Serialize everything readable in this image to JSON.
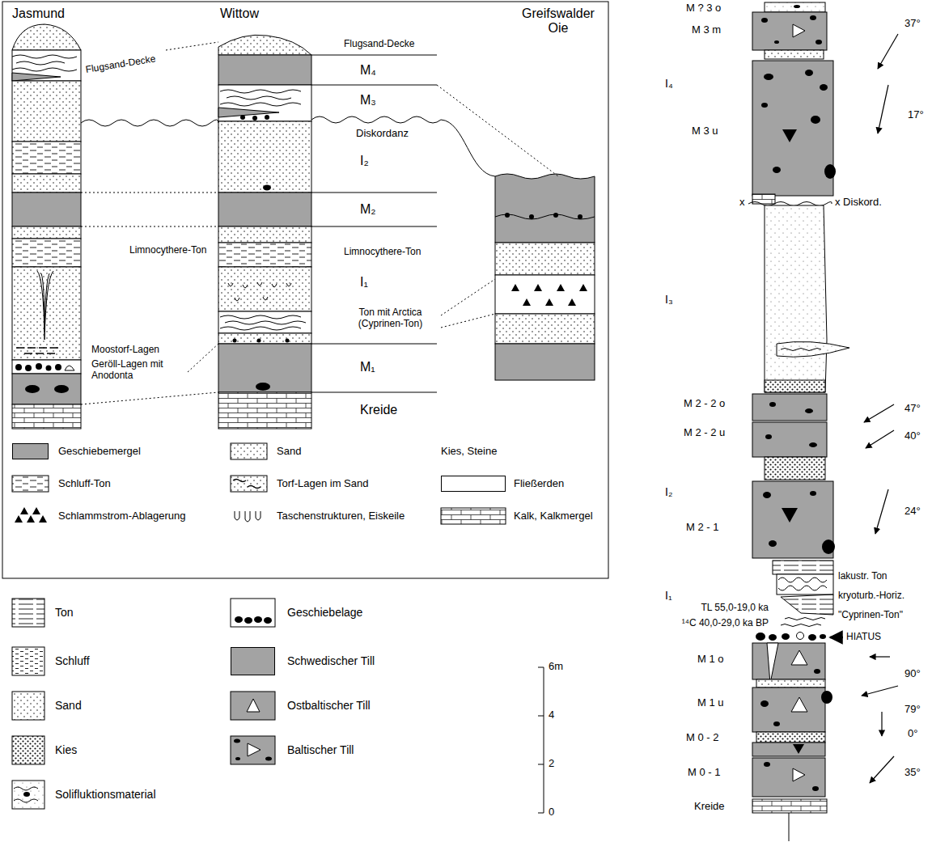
{
  "diagram": {
    "labels": [
      "Jasmund",
      "Wittow",
      "Greifswalder Oie",
      "Flugsand-Decke",
      "Flugsand-Decke",
      "M₄",
      "M₃",
      "Diskordanz",
      "I₂",
      "M₂",
      "Limnocythere-Ton",
      "Limnocythere-Ton",
      "I₁",
      "Ton mit Arctica (Cyprinen-Ton)",
      "Moostorf-Lagen",
      "Geröll-Lagen mit Anodonta",
      "M₁",
      "Kreide",
      "6m",
      "4",
      "2",
      "0",
      "M ? 3 o",
      "M 3 m",
      "37°",
      "I₄",
      "17°",
      "M 3 u",
      "x",
      "x Diskord.",
      "I₃",
      "M 2 - 2 o",
      "47°",
      "M 2 - 2 u",
      "40°",
      "I₂",
      "M 2 - 1",
      "24°",
      "I₁",
      "lakustr. Ton",
      "kryoturb.-Horiz.",
      "\"Cyprinen-Ton\"",
      "TL 55,0-19,0 ka",
      "¹⁴C 40,0-29,0 ka BP",
      "HIATUS",
      "M 1 o",
      "90°",
      "M 1 u",
      "79°",
      "M 0 - 2",
      "0°",
      "M 0 - 1",
      "35°",
      "Kreide"
    ],
    "legend": [
      {
        "text": "Geschiebemergel",
        "color": "#a3a3a3"
      },
      {
        "text": "Sand"
      },
      {
        "text": "Kies, Steine"
      },
      {
        "text": "Schluff-Ton"
      },
      {
        "text": "Torf-Lagen im Sand"
      },
      {
        "text": "Fließerden",
        "color": "#ffffff"
      },
      {
        "text": "Schlammstrom-Ablagerung"
      },
      {
        "text": "Taschenstrukturen, Eiskeile"
      },
      {
        "text": "Kalk, Kalkmergel"
      },
      {
        "text": "Ton"
      },
      {
        "text": "Geschiebelage"
      },
      {
        "text": "Schluff"
      },
      {
        "text": "Schwedischer Till",
        "color": "#a3a3a3"
      },
      {
        "text": "Sand"
      },
      {
        "text": "Ostbaltischer Till"
      },
      {
        "text": "Kies"
      },
      {
        "text": "Baltischer Till"
      },
      {
        "text": "Solifluktionsmaterial"
      }
    ]
  }
}
